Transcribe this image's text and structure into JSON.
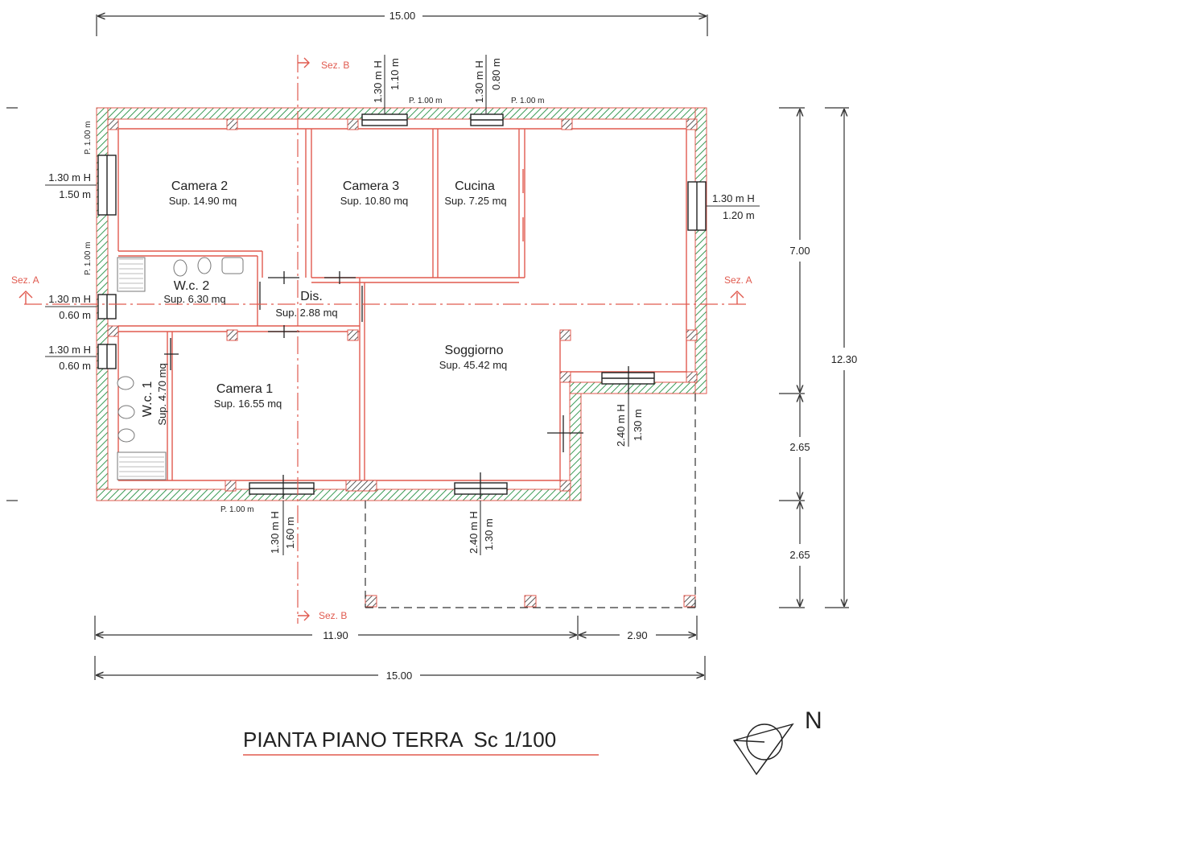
{
  "colors": {
    "wall_outline": "#e05a4f",
    "wall_hatch": "#3a9a55",
    "dimension": "#333333",
    "section_line": "#e05a4f"
  },
  "dimensions": {
    "top_total": "15.00",
    "bottom_total": "15.00",
    "bottom_left": "11.90",
    "bottom_right": "2.90",
    "right_upper": "7.00",
    "right_mid": "2.65",
    "right_lower": "2.65",
    "right_total": "12.30"
  },
  "rooms": {
    "camera2": {
      "name": "Camera 2",
      "area": "Sup. 14.90 mq"
    },
    "camera3": {
      "name": "Camera 3",
      "area": "Sup. 10.80 mq"
    },
    "cucina": {
      "name": "Cucina",
      "area": "Sup. 7.25 mq"
    },
    "wc2": {
      "name": "W.c. 2",
      "area": "Sup. 6.30 mq"
    },
    "dis": {
      "name": "Dis.",
      "area": "Sup. 2.88 mq"
    },
    "soggiorno": {
      "name": "Soggiorno",
      "area": "Sup. 45.42 mq"
    },
    "camera1": {
      "name": "Camera 1",
      "area": "Sup. 16.55 mq"
    },
    "wc1": {
      "name": "W.c. 1",
      "area": "Sup. 4.70 mq"
    }
  },
  "openings": {
    "top_cam3_height": "1.30 m H",
    "top_cam3_width": "1.10 m",
    "top_cam3_sill": "P. 1.00 m",
    "top_cucina_height": "1.30 m H",
    "top_cucina_width": "0.80 m",
    "top_cucina_sill": "P. 1.00 m",
    "left_cam2_height": "1.30 m H",
    "left_cam2_width": "1.50 m",
    "left_cam2_sill": "P. 1.00 m",
    "left_wc2_height": "1.30 m H",
    "left_wc2_width": "0.60 m",
    "left_wc2_sill": "P. 1.00 m",
    "left_wc1_height": "1.30 m H",
    "left_wc1_width": "0.60 m",
    "right_height": "1.30 m H",
    "right_width": "1.20 m",
    "bottom_cam1_height": "1.30 m H",
    "bottom_cam1_width": "1.60 m",
    "bottom_cam1_sill": "P. 1.00 m",
    "bottom_sogg_height": "2.40 m H",
    "bottom_sogg_width": "1.30 m",
    "corner_door_height": "2.40 m H",
    "corner_door_width": "1.30 m"
  },
  "sections": {
    "a_left": "Sez. A",
    "a_right": "Sez. A",
    "b_top": "Sez. B",
    "b_bottom": "Sez. B"
  },
  "title": "PIANTA PIANO TERRA  Sc 1/100",
  "north": "N"
}
